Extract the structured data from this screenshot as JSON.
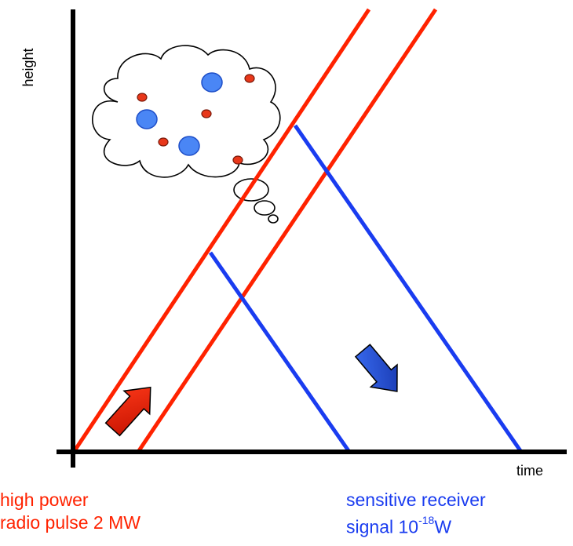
{
  "axes": {
    "y_label": "height",
    "x_label": "time"
  },
  "captions": {
    "pulse_line1": "high power",
    "pulse_line2": "radio pulse 2 MW",
    "receiver_line1": "sensitive receiver",
    "receiver_signal_prefix": "signal 10",
    "receiver_signal_exponent": "-18",
    "receiver_signal_unit": "W"
  },
  "colors": {
    "pulse": "#ff2200",
    "echo": "#1a3cf0",
    "axis": "#000000",
    "cloud_fill": "#ffffff",
    "cloud_outline": "#000000",
    "large_particle": "#4a86f5",
    "large_particle_edge": "#1f4fc8",
    "small_particle": "#e8371a",
    "small_particle_edge": "#7a1a0a",
    "arrow_up_fill_top": "#ff3a1a",
    "arrow_up_fill_bottom": "#c41200",
    "arrow_down_fill_top": "#3b6ef5",
    "arrow_down_fill_bottom": "#1433a8"
  },
  "icons": {
    "upward_arrow": "arrow-up-right-icon",
    "downward_arrow": "arrow-down-right-icon",
    "cloud": "cloud-icon"
  }
}
